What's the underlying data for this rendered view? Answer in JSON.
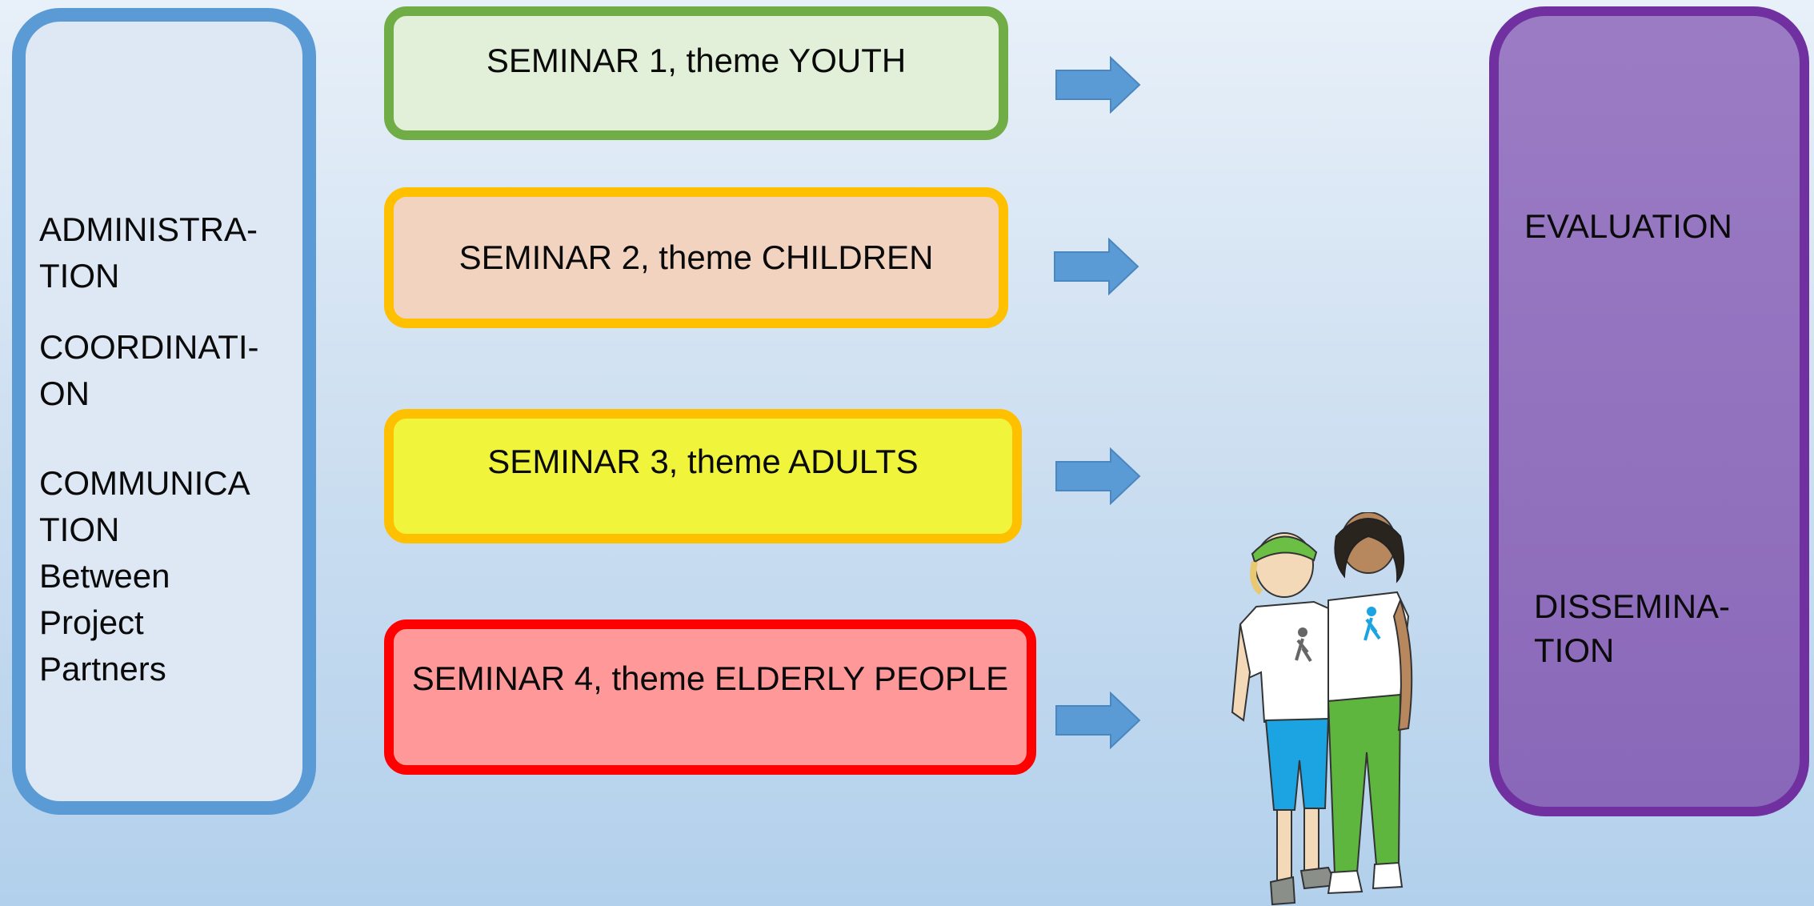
{
  "left_panel": {
    "items": [
      "ADMINISTRA-\nTION",
      "COORDINATI-\nON",
      "COMMUNICA\nTION\nBetween\nProject\nPartners"
    ]
  },
  "seminars": [
    "SEMINAR 1, theme YOUTH",
    "SEMINAR 2, theme CHILDREN",
    "SEMINAR 3, theme ADULTS",
    "SEMINAR 4, theme ELDERLY PEOPLE"
  ],
  "right_panel": {
    "evaluation": "EVALUATION",
    "dissemination": "DISSEMINA-\nTION"
  },
  "colors": {
    "left_border": "#5b9bd5",
    "seminar1_border": "#70ad47",
    "seminar2_border": "#ffc000",
    "seminar3_border": "#ffc000",
    "seminar4_border": "#ff0000",
    "right_border": "#7030a0",
    "arrow": "#5b9bd5"
  },
  "illustration": "two-people-illustration"
}
